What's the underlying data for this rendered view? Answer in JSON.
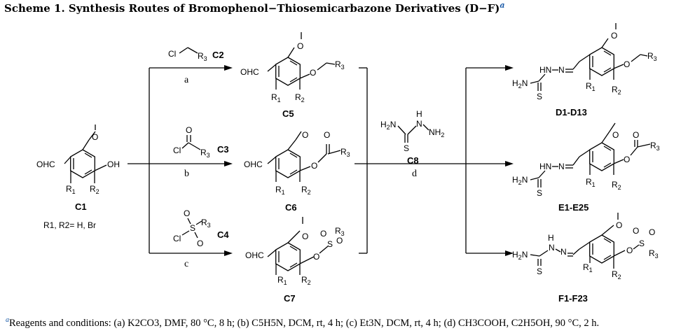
{
  "title": {
    "text": "Scheme 1. Synthesis Routes of Bromophenol−Thiosemicarbazone Derivatives (D−F)",
    "superscript": "a"
  },
  "starting_material": {
    "id": "C1",
    "substituent_note": "R1, R2= H, Br"
  },
  "reagents": {
    "c2": {
      "id": "C2",
      "step": "a"
    },
    "c3": {
      "id": "C3",
      "step": "b"
    },
    "c4": {
      "id": "C4",
      "step": "c"
    },
    "c8": {
      "id": "C8",
      "step": "d"
    }
  },
  "intermediates": [
    "C5",
    "C6",
    "C7"
  ],
  "products": [
    "D1-D13",
    "E1-E25",
    "F1-F23"
  ],
  "colors": {
    "line": "#000000",
    "footnote_marker": "#1a5aa8"
  },
  "footnote": {
    "marker": "a",
    "text": "Reagents and conditions: (a) K2CO3, DMF, 80 °C, 8 h; (b) C5H5N, DCM, rt, 4 h; (c) Et3N, DCM, rt, 4 h; (d) CH3COOH, C2H5OH, 90 °C, 2 h."
  }
}
